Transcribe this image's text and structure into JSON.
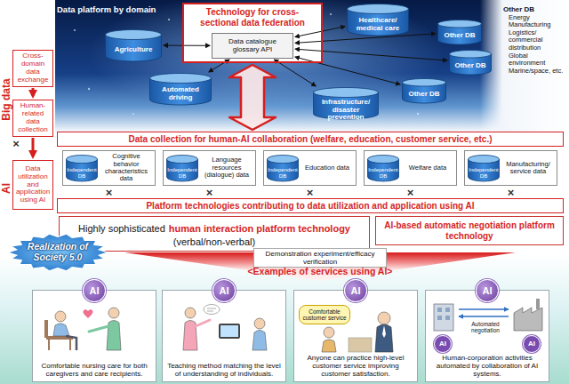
{
  "diagram": {
    "nodes": [
      {
        "text": [
          "Technology for cross-sectional data federation"
        ]
      },
      {
        "text": [
          "Data catalogue glossary API"
        ],
        "in": 0
      },
      {
        "text": [
          "Agriculture"
        ]
      },
      {
        "text": [
          "Healthcare/ medical care"
        ]
      },
      {
        "text": [
          "Other DB"
        ]
      },
      {
        "text": [
          "Other DB"
        ]
      },
      {
        "text": [
          "Automated driving"
        ]
      },
      {
        "text": [
          "Infrastructure/ disaster prevention"
        ]
      },
      {
        "text": [
          "Other DB"
        ]
      },
      {
        "text": [
          "Cross-domain data exchange"
        ]
      },
      {
        "text": [
          "Human-related data collection"
        ]
      },
      {
        "text": [
          "Data collection for human-AI collaboration (welfare, education, customer service, etc.)"
        ]
      },
      {
        "text": [
          "Cognitive behavior characteristics data"
        ]
      },
      {
        "text": [
          "Independent DB"
        ],
        "in": 12
      },
      {
        "text": [
          "Language resources (dialogue) data"
        ]
      },
      {
        "text": [
          "Independent DB"
        ],
        "in": 14
      },
      {
        "text": [
          "Education data"
        ]
      },
      {
        "text": [
          "Independent DB"
        ],
        "in": 16
      },
      {
        "text": [
          "Welfare data"
        ]
      },
      {
        "text": [
          "Independent DB"
        ],
        "in": 18
      },
      {
        "text": [
          "Manufacturing/ service data"
        ]
      },
      {
        "text": [
          "Independent DB"
        ],
        "in": 20
      },
      {
        "text": [
          "Data utilization and application using AI"
        ]
      },
      {
        "text": [
          "Platform technologies contributing to data utilization and application using AI"
        ]
      },
      {
        "text": [
          "Highly sophisticated",
          "human interaction platform technology",
          "(verbal/non-verbal)"
        ]
      },
      {
        "text": [
          "AI-based automatic negotiation platform technology"
        ]
      },
      {
        "text": [
          "Realization of Society 5.0"
        ]
      },
      {
        "text": [
          "Comfortable nursing care for both caregivers and care recipients."
        ]
      },
      {
        "text": [
          "AI"
        ],
        "in": 27
      },
      {
        "text": [
          "Teaching method matching the level of understanding of individuals."
        ]
      },
      {
        "text": [
          "AI"
        ],
        "in": 29
      },
      {
        "text": [
          "Anyone can practice high-level customer service improving customer satisfaction."
        ]
      },
      {
        "text": [
          "AI"
        ],
        "in": 31
      },
      {
        "text": [
          "Comfortable customer service"
        ],
        "in": 31
      },
      {
        "text": [
          "Human-corporation activities automated by collaboration of AI systems."
        ]
      },
      {
        "text": [
          "AI"
        ],
        "in": 34
      },
      {
        "text": [
          "AI"
        ],
        "in": 34
      },
      {
        "text": [
          "AI"
        ],
        "in": 34
      }
    ],
    "edges": [
      {
        "from": 1,
        "to": 2,
        "arrow": "both"
      },
      {
        "from": 1,
        "to": 6,
        "arrow": "both"
      },
      {
        "from": 1,
        "to": 3,
        "arrow": "both"
      },
      {
        "from": 1,
        "to": 4,
        "arrow": "both"
      },
      {
        "from": 1,
        "to": 5,
        "arrow": "both"
      },
      {
        "from": 1,
        "to": 7,
        "arrow": "both"
      },
      {
        "from": 1,
        "to": 8,
        "arrow": "both"
      },
      {
        "from": 9,
        "to": 10,
        "arrow": "to"
      },
      {
        "from": 10,
        "to": 22,
        "arrow": "to"
      },
      {
        "from": 0,
        "to": 11,
        "arrow": "both"
      }
    ],
    "labels": [
      "Data platform by domain",
      "Other DB",
      "Energy",
      "Manufacturing",
      "Logistics/ commercial distribution",
      "Global environment",
      "Marine/space, etc.",
      "Big data",
      "AI",
      "×",
      "×",
      "×",
      "×",
      "×",
      "×",
      "Demonstration experiment/efficacy verification",
      "<Examples of services using AI>",
      "Automated negotiation"
    ]
  }
}
